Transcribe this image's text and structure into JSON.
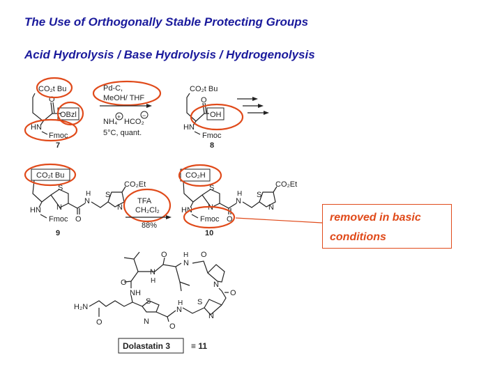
{
  "slide": {
    "title": "The Use of Orthogonally Stable Protecting Groups",
    "subtitle": "Acid Hydrolysis / Base Hydrolysis / Hydrogenolysis",
    "callout_line1": "removed in basic",
    "callout_line2": "conditions"
  },
  "scheme1": {
    "compound7": {
      "ester": "CO₂t Bu",
      "carbonyl_o": "O",
      "protect": "OBzl",
      "amine": "HN",
      "fmoc": "Fmoc",
      "label": "7"
    },
    "reagents": {
      "line1": "Pd-C,",
      "line2": "MeOH/ THF",
      "line3_a": "NH₄",
      "line3_b": "HCO₂",
      "plus": "+",
      "minus": "−",
      "line4": "5°C, quant."
    },
    "compound8": {
      "ester": "CO₂t Bu",
      "carbonyl_o": "O",
      "acid": "OH",
      "amine": "HN",
      "fmoc": "Fmoc",
      "label": "8"
    }
  },
  "scheme2": {
    "compound9": {
      "ester": "CO₂t Bu",
      "s1": "S",
      "n1": "N",
      "amine": "HN",
      "fmoc": "Fmoc",
      "o": "O",
      "nh_h": "H",
      "nh_n": "N",
      "s2": "S",
      "n2": "N",
      "co2et": "CO₂Et",
      "label": "9"
    },
    "reagents": {
      "line1": "TFA",
      "line2": "CH₂Cl₂",
      "yield": "88%"
    },
    "compound10": {
      "acid": "CO₂H",
      "s1": "S",
      "n1": "N",
      "amine": "HN",
      "fmoc": "Fmoc",
      "o": "O",
      "nh_h": "H",
      "nh_n": "N",
      "s2": "S",
      "n2": "N",
      "co2et": "CO₂Et",
      "label": "10"
    }
  },
  "dolastatin": {
    "atoms": {
      "o1": "O",
      "nh1": "NH",
      "h2n": "H₂N",
      "o2": "O",
      "s1": "S",
      "n1": "N",
      "o3": "O",
      "nh2_h": "H",
      "nh2_n": "N",
      "s2": "S",
      "n2": "N",
      "n3": "N",
      "o4": "O",
      "n4": "N",
      "n4_h": "H",
      "o5": "O",
      "nh3_h": "H",
      "nh3_n": "N",
      "o6": "O"
    },
    "name": "Dolastatin 3",
    "equiv": "≡ 11"
  },
  "colors": {
    "title": "#1a1a9c",
    "highlight": "#e04a1a"
  }
}
